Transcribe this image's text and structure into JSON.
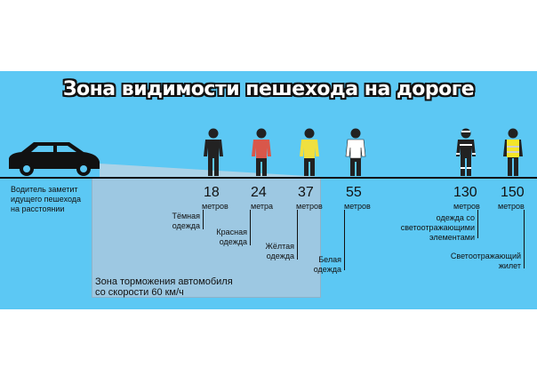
{
  "title": "Зона видимости пешехода на дороге",
  "driver_note": [
    "Водитель заметит",
    "идущего пешехода",
    "на расстоянии"
  ],
  "braking_zone": [
    "Зона торможения автомобиля",
    "со скорости 60 км/ч"
  ],
  "distances": [
    {
      "value": "18",
      "unit": "метров",
      "clothing": [
        "Тёмная",
        "одежда"
      ],
      "figure": "dark"
    },
    {
      "value": "24",
      "unit": "метра",
      "clothing": [
        "Красная",
        "одежда"
      ],
      "figure": "red"
    },
    {
      "value": "37",
      "unit": "метров",
      "clothing": [
        "Жёлтая",
        "одежда"
      ],
      "figure": "yellow"
    },
    {
      "value": "55",
      "unit": "метров",
      "clothing": [
        "Белая",
        "одежда"
      ],
      "figure": "white"
    },
    {
      "value": "130",
      "unit": "метров",
      "clothing": [
        "одежда со",
        "светоотражающими",
        "элементами"
      ],
      "figure": "reflective-elements"
    },
    {
      "value": "150",
      "unit": "метров",
      "clothing": [
        "Светоотражающий",
        "жилет"
      ],
      "figure": "reflective-vest"
    }
  ],
  "colors": {
    "panel": "#5cc8f4",
    "zone": "#a8c8de",
    "dark": "#222222",
    "red": "#d9574a",
    "yellow": "#f0e040",
    "white": "#ffffff",
    "vest": "#f5e52a"
  }
}
